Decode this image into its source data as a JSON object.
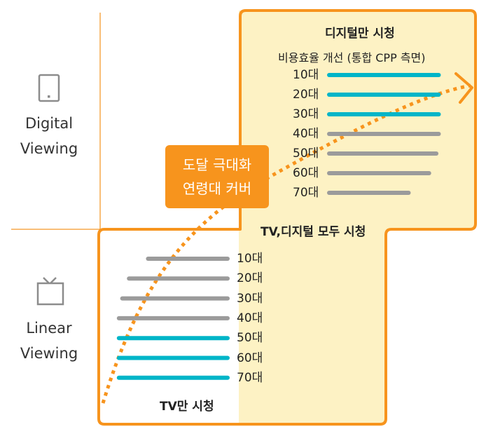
{
  "axis_labels": {
    "digital": "Digital\nViewing",
    "linear": "Linear\nViewing"
  },
  "digital_only": {
    "title": "디지털만 시청",
    "subtitle": "비용효율 개선 (통합 CPP 측면)",
    "ages": [
      "10대",
      "20대",
      "30대",
      "40대",
      "50대",
      "60대",
      "70대"
    ],
    "bar_levels": [
      0.91,
      0.91,
      0.91,
      0.91,
      0.89,
      0.83,
      0.66
    ],
    "highlight": [
      true,
      true,
      true,
      false,
      false,
      false,
      false
    ]
  },
  "tv_only": {
    "title": "TV만 시청",
    "ages": [
      "10대",
      "20대",
      "30대",
      "40대",
      "50대",
      "60대",
      "70대"
    ],
    "bar_levels": [
      0.71,
      0.88,
      0.94,
      0.97,
      0.97,
      0.97,
      0.97
    ],
    "highlight": [
      false,
      false,
      false,
      false,
      true,
      true,
      true
    ]
  },
  "both": {
    "title": "TV,디지털 모두 시청"
  },
  "callout": {
    "line1": "도달 극대화",
    "line2": "연령대 커버"
  },
  "colors": {
    "orange": "#f7941d",
    "fill": "#fdf2c4",
    "teal": "#00b5c8",
    "gray": "#9b9b9b",
    "divider": "#f7a84a"
  }
}
